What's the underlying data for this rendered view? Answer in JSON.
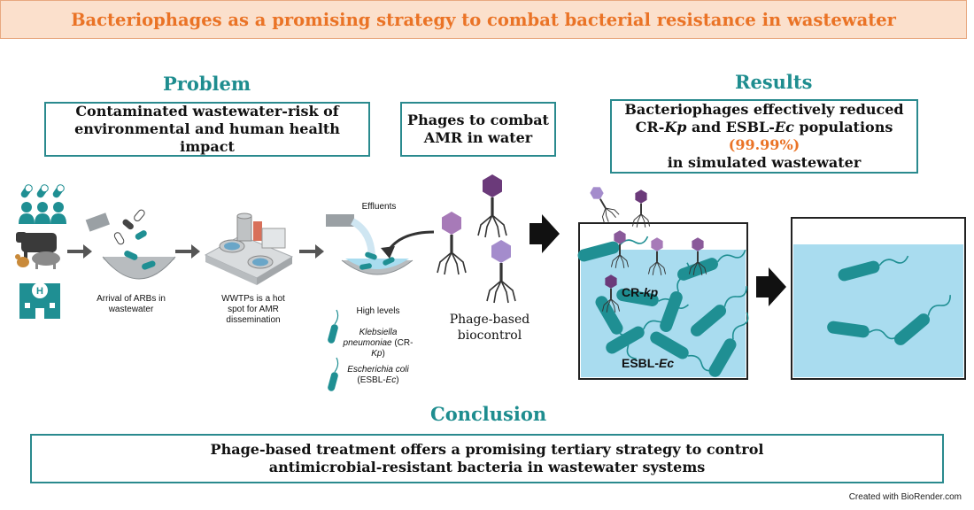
{
  "title": "Bacteriophages as a promising strategy to combat bacterial resistance in wastewater",
  "problem": {
    "heading": "Problem",
    "box_line1": "Contaminated wastewater-risk of",
    "box_line2": "environmental and human health impact"
  },
  "phages_box": {
    "line1": "Phages to combat",
    "line2": "AMR in water"
  },
  "results": {
    "heading": "Results",
    "line1": "Bacteriophages effectively reduced",
    "line2_a": "CR-",
    "line2_b": "Kp",
    "line2_c": " and ESBL-",
    "line2_d": "Ec",
    "line2_e": " populations ",
    "line2_pct": "(99.99%)",
    "line3": "in simulated wastewater"
  },
  "steps": {
    "arrival_l1": "Arrival of ARBs in",
    "arrival_l2": "wastewater",
    "wwtp_l1": "WWTPs is a hot",
    "wwtp_l2": "spot for AMR",
    "wwtp_l3": "dissemination",
    "effluents": "Effluents",
    "high_levels": "High levels",
    "kleb_l1": "Klebsiella",
    "kleb_l2a": "pneumoniae",
    "kleb_l2b": " (CR-",
    "kleb_l2c": "Kp",
    "kleb_l2d": ")",
    "ecoli_l1": "Escherichia coli",
    "ecoli_l2a": "(ESBL-",
    "ecoli_l2b": "Ec",
    "ecoli_l2c": ")"
  },
  "biocontrol": {
    "line1": "Phage-based",
    "line2": "biocontrol"
  },
  "tank": {
    "cr_a": "CR-",
    "cr_b": "kp",
    "esbl_a": "ESBL-",
    "esbl_b": "Ec"
  },
  "conclusion": {
    "heading": "Conclusion",
    "line1": "Phage-based treatment offers a promising tertiary strategy to control",
    "line2": "antimicrobial-resistant bacteria in wastewater systems"
  },
  "credit": "Created with BioRender.com",
  "colors": {
    "teal": "#2a8a8e",
    "orange": "#ea7326",
    "bacteria": "#1f8f93",
    "phage": "#7d4b8c",
    "water": "#a9dcef"
  }
}
